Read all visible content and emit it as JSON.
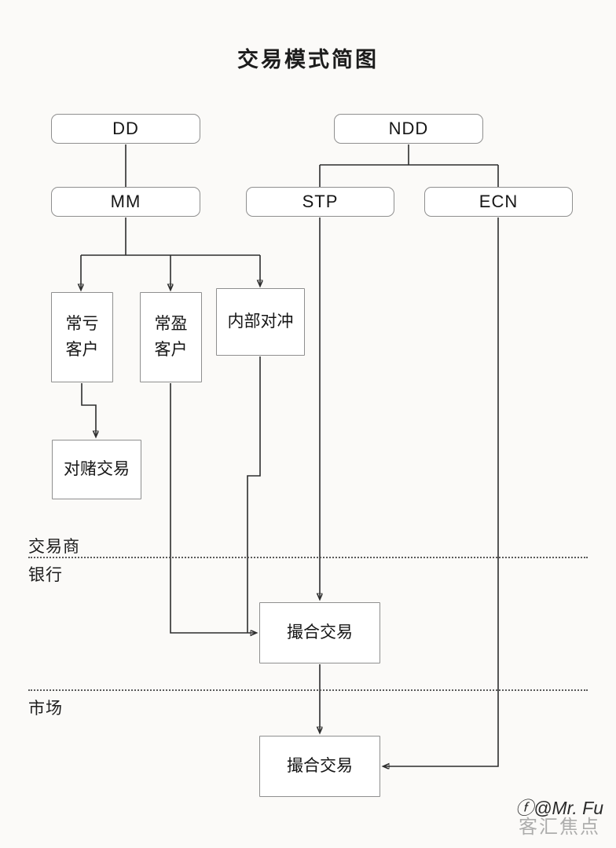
{
  "title": "交易模式简图",
  "nodes": {
    "dd": "DD",
    "ndd": "NDD",
    "mm": "MM",
    "stp": "STP",
    "ecn": "ECN",
    "losing_clients": "常亏客户",
    "winning_clients": "常盈客户",
    "internal_hedge": "内部对冲",
    "bet_trading": "对赌交易",
    "matching_trade_1": "撮合交易",
    "matching_trade_2": "撮合交易"
  },
  "zone_labels": {
    "dealer": "交易商",
    "bank": "银行",
    "market": "市场"
  },
  "watermark": {
    "icon": "ⓕ",
    "handle": "@Mr. Fu",
    "background_text": "客汇焦点"
  },
  "colors": {
    "background": "#fbfaf8",
    "node_border": "#8f8f8f",
    "connector": "#2d2d2d",
    "divider": "#5a5a5a",
    "text": "#1c1c1c"
  }
}
